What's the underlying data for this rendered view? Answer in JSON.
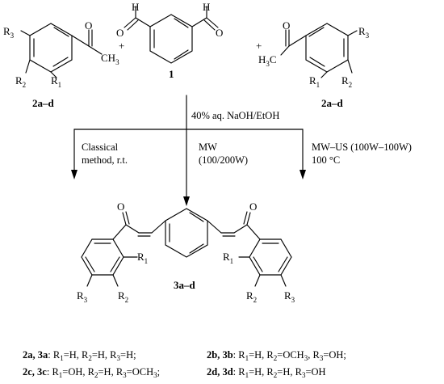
{
  "plus_sign": "+",
  "reagents": {
    "left_label": "2a–d",
    "center_label": "1",
    "right_label": "2a–d"
  },
  "atoms": {
    "O": "O",
    "H": "H",
    "R": "R",
    "sub1": "1",
    "sub2": "2",
    "sub3": "3",
    "CH": "CH",
    "H3C_H": "H",
    "H3C_C": "C"
  },
  "conditions": {
    "main": "40% aq. NaOH/EtOH",
    "classical_line1": "Classical",
    "classical_line2": "method, r.t.",
    "mw_line1": "MW",
    "mw_line2": "(100/200W)",
    "mwus_line1": "MW–US (100W–100W)",
    "mwus_line2": "100 °C"
  },
  "product_label": "3a–d",
  "footnotes": {
    "f1_id": "2a, 3a",
    "f1_text": ": R",
    "f1_a": "=H, R",
    "f1_b": "=H, R",
    "f1_c": "=H;",
    "f2_id": "2b, 3b",
    "f2_text": ": R",
    "f2_a": "=H, R",
    "f2_b": "=OCH",
    "f2_b2": ", R",
    "f2_c": "=OH;",
    "f3_id": "2c, 3c",
    "f3_text": ": R",
    "f3_a": "=OH, R",
    "f3_b": "=H, R",
    "f3_c": "=OCH",
    "f3_d": ";",
    "f4_id": "2d, 3d",
    "f4_text": ": R",
    "f4_a": "=H, R",
    "f4_b": "=H, R",
    "f4_c": "=OH"
  }
}
